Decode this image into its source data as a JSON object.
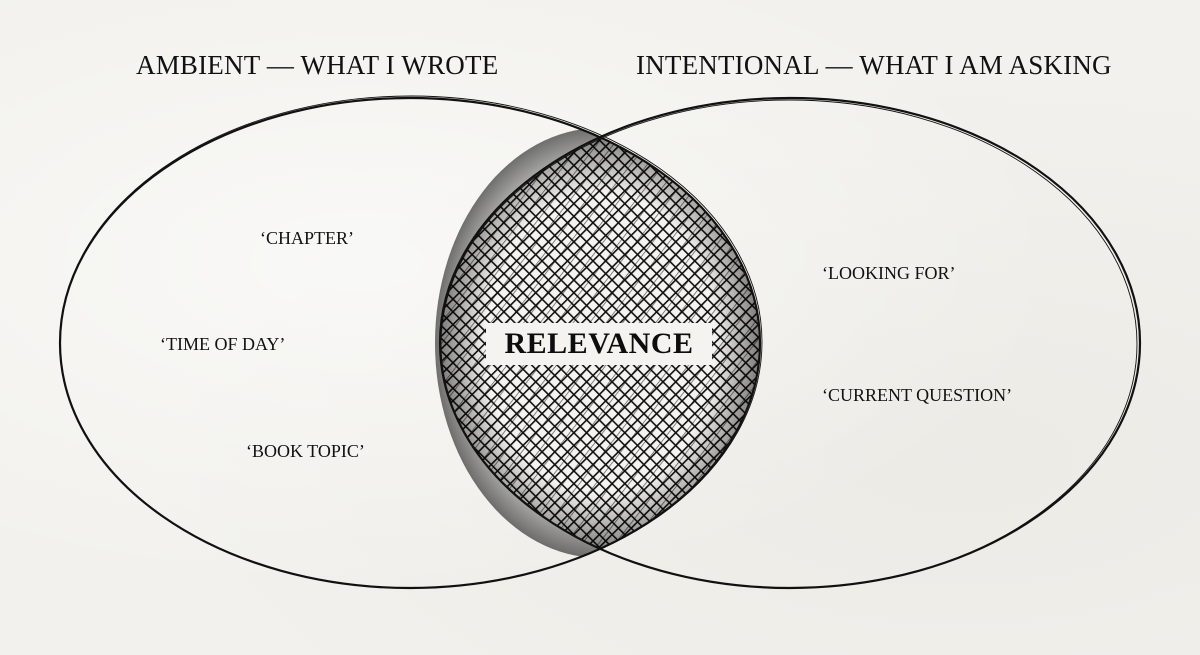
{
  "diagram": {
    "type": "venn",
    "sets": [
      {
        "id": "ambient",
        "heading": "AMBIENT — WHAT I WROTE",
        "terms": [
          "‘CHAPTER’",
          "‘TIME OF DAY’",
          "‘BOOK TOPIC’"
        ]
      },
      {
        "id": "intentional",
        "heading": "INTENTIONAL — WHAT I AM ASKING",
        "terms": [
          "‘LOOKING FOR’",
          "‘CURRENT QUESTION’"
        ]
      }
    ],
    "intersection": {
      "label": "RELEVANCE",
      "fill": "crosshatch"
    }
  },
  "colors": {
    "background": "#f2f1ed",
    "ink": "#111111"
  }
}
